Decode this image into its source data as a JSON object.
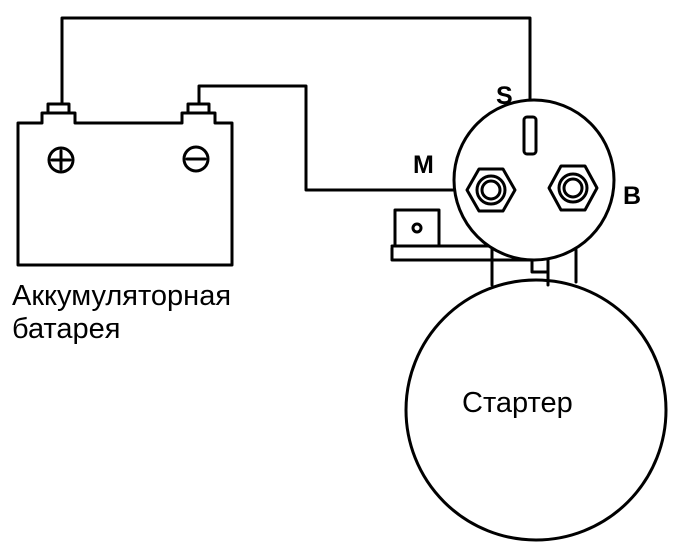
{
  "battery": {
    "label_line1": "Аккумуляторная",
    "label_line2": "батарея",
    "positive_symbol": "plus-in-circle",
    "negative_symbol": "minus-in-circle"
  },
  "starter": {
    "label": "Стартер"
  },
  "solenoid": {
    "terminal_s": "S",
    "terminal_m": "M",
    "terminal_b": "B"
  },
  "colors": {
    "line": "#000000",
    "background": "#ffffff"
  }
}
